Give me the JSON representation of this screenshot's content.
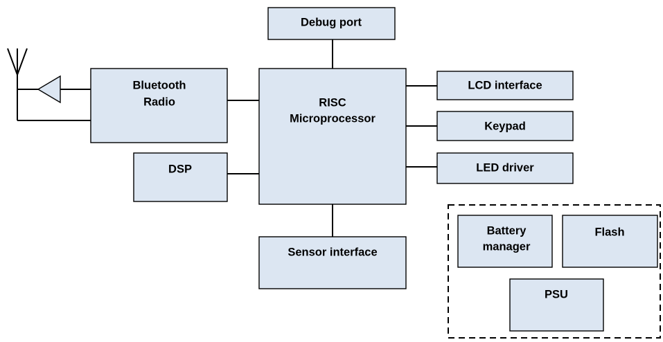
{
  "blocks": {
    "debug_port": "Debug port",
    "bluetooth_radio": [
      "Bluetooth",
      "Radio"
    ],
    "risc_microprocessor": [
      "RISC",
      "Microprocessor"
    ],
    "lcd_interface": "LCD interface",
    "keypad": "Keypad",
    "led_driver": "LED driver",
    "dsp": "DSP",
    "sensor_interface": "Sensor interface",
    "battery_manager": [
      "Battery",
      "manager"
    ],
    "flash": "Flash",
    "psu": "PSU"
  },
  "colors": {
    "block_fill": "#dce6f2",
    "line": "#000000",
    "background": "#ffffff"
  },
  "icons": {
    "antenna": "antenna-icon",
    "amplifier": "amplifier-triangle-icon"
  }
}
